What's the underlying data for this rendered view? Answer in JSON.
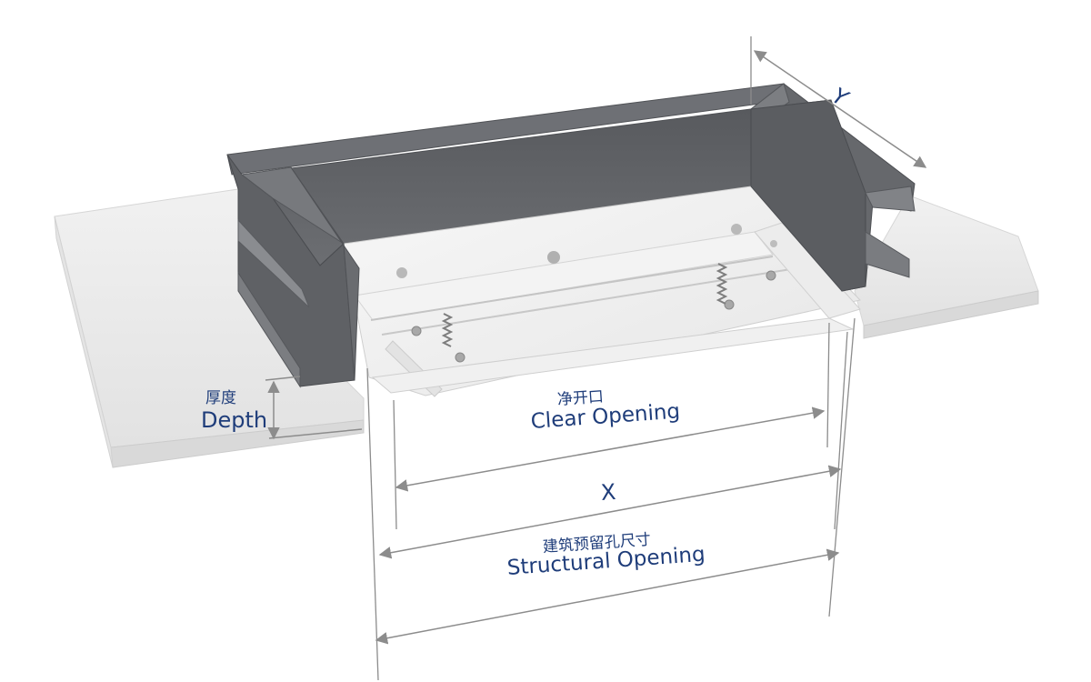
{
  "labels": {
    "depth_zh": "厚度",
    "depth_en": "Depth",
    "clear_opening_zh": "净开口",
    "clear_opening_en": "Clear Opening",
    "x": "X",
    "structural_opening_zh": "建筑预留孔尺寸",
    "structural_opening_en": "Structural Opening",
    "y": "Y"
  },
  "colors": {
    "label_text": "#1f3d7a",
    "frame_dark": "#606266",
    "frame_mid": "#797b80",
    "slab": "#ececec",
    "dimension_line": "#8c8c8c"
  }
}
